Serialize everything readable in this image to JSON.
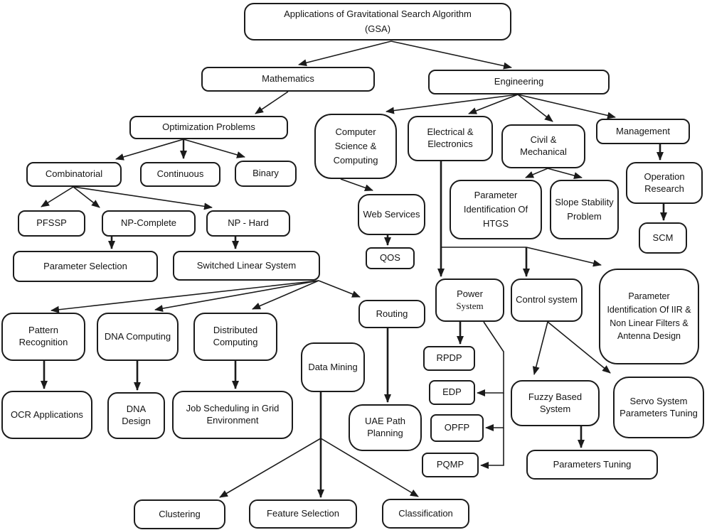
{
  "diagram": {
    "title": "Applications of Gravitational Search Algorithm (GSA)",
    "colors": {
      "line": "#1b1b1b",
      "box_border": "#1b1b1b",
      "box_fill": "#ffffff",
      "text": "#141414",
      "background": "#ffffff"
    },
    "nodes": {
      "gsa": {
        "label": "Applications of Gravitational Search Algorithm (GSA)",
        "lines": [
          "Applications of Gravitational Search Algorithm",
          "(GSA)"
        ]
      },
      "mathematics": {
        "label": "Mathematics"
      },
      "engineering": {
        "label": "Engineering"
      },
      "optimization": {
        "label": "Optimization Problems"
      },
      "combinatorial": {
        "label": "Combinatorial"
      },
      "continuous": {
        "label": "Continuous"
      },
      "binary": {
        "label": "Binary"
      },
      "pfssp": {
        "label": "PFSSP"
      },
      "np_complete": {
        "label": "NP-Complete"
      },
      "np_hard": {
        "label": "NP - Hard"
      },
      "param_selection": {
        "label": "Parameter Selection"
      },
      "switched_linear": {
        "label": "Switched Linear System"
      },
      "pattern_recognition": {
        "label": "Pattern Recognition"
      },
      "dna_computing": {
        "label": "DNA Computing"
      },
      "distributed_computing": {
        "label": "Distributed Computing"
      },
      "ocr_applications": {
        "label": "OCR Applications"
      },
      "dna_design": {
        "label": "DNA Design"
      },
      "job_scheduling": {
        "label": "Job Scheduling in Grid Environment"
      },
      "routing": {
        "label": "Routing"
      },
      "data_mining": {
        "label": "Data Mining"
      },
      "uae_path": {
        "label": "UAE Path Planning"
      },
      "clustering": {
        "label": "Clustering"
      },
      "feature_selection": {
        "label": "Feature Selection"
      },
      "classification": {
        "label": "Classification"
      },
      "cs_computing": {
        "label": "Computer Science & Computing"
      },
      "web_services": {
        "label": "Web Services"
      },
      "qos": {
        "label": "QOS"
      },
      "electrical": {
        "label": "Electrical & Electronics"
      },
      "civil_mech": {
        "label": "Civil & Mechanical"
      },
      "management": {
        "label": "Management"
      },
      "param_htgs": {
        "label": "Parameter Identification Of HTGS"
      },
      "slope_stability": {
        "label": "Slope Stability Problem"
      },
      "operation_research": {
        "label": "Operation Research"
      },
      "scm": {
        "label": "SCM"
      },
      "power_system": {
        "label": "Power System",
        "line1": "Power",
        "line2": "System"
      },
      "control_system": {
        "label": "Control system"
      },
      "param_iir": {
        "label": "Parameter Identification Of IIR & Non Linear Filters & Antenna Design"
      },
      "rpdp": {
        "label": "RPDP"
      },
      "edp": {
        "label": "EDP"
      },
      "opfp": {
        "label": "OPFP"
      },
      "pqmp": {
        "label": "PQMP"
      },
      "fuzzy_system": {
        "label": "Fuzzy Based System"
      },
      "servo_system": {
        "label": "Servo System Parameters Tuning"
      },
      "params_tuning": {
        "label": "Parameters Tuning"
      }
    },
    "edges": [
      {
        "from": "gsa",
        "to": "mathematics"
      },
      {
        "from": "gsa",
        "to": "engineering"
      },
      {
        "from": "mathematics",
        "to": "optimization"
      },
      {
        "from": "engineering",
        "to": "cs_computing"
      },
      {
        "from": "engineering",
        "to": "electrical"
      },
      {
        "from": "engineering",
        "to": "civil_mech"
      },
      {
        "from": "engineering",
        "to": "management"
      },
      {
        "from": "optimization",
        "to": "combinatorial"
      },
      {
        "from": "optimization",
        "to": "continuous"
      },
      {
        "from": "optimization",
        "to": "binary"
      },
      {
        "from": "combinatorial",
        "to": "pfssp"
      },
      {
        "from": "combinatorial",
        "to": "np_complete"
      },
      {
        "from": "combinatorial",
        "to": "np_hard"
      },
      {
        "from": "np_complete",
        "to": "param_selection"
      },
      {
        "from": "np_hard",
        "to": "switched_linear"
      },
      {
        "from": "switched_linear",
        "to": "pattern_recognition"
      },
      {
        "from": "switched_linear",
        "to": "dna_computing"
      },
      {
        "from": "switched_linear",
        "to": "distributed_computing"
      },
      {
        "from": "switched_linear",
        "to": "routing"
      },
      {
        "from": "pattern_recognition",
        "to": "ocr_applications"
      },
      {
        "from": "dna_computing",
        "to": "dna_design"
      },
      {
        "from": "distributed_computing",
        "to": "job_scheduling"
      },
      {
        "from": "routing",
        "to": "uae_path"
      },
      {
        "from": "data_mining",
        "to": "clustering"
      },
      {
        "from": "data_mining",
        "to": "feature_selection"
      },
      {
        "from": "data_mining",
        "to": "classification"
      },
      {
        "from": "cs_computing",
        "to": "web_services"
      },
      {
        "from": "web_services",
        "to": "qos"
      },
      {
        "from": "civil_mech",
        "to": "param_htgs"
      },
      {
        "from": "civil_mech",
        "to": "slope_stability"
      },
      {
        "from": "electrical",
        "to": "power_system"
      },
      {
        "from": "electrical",
        "to": "control_system"
      },
      {
        "from": "electrical",
        "to": "param_iir"
      },
      {
        "from": "power_system",
        "to": "rpdp"
      },
      {
        "from": "power_system",
        "to": "edp"
      },
      {
        "from": "power_system",
        "to": "opfp"
      },
      {
        "from": "power_system",
        "to": "pqmp"
      },
      {
        "from": "management",
        "to": "operation_research"
      },
      {
        "from": "operation_research",
        "to": "scm"
      },
      {
        "from": "control_system",
        "to": "fuzzy_system"
      },
      {
        "from": "control_system",
        "to": "servo_system"
      },
      {
        "from": "fuzzy_system",
        "to": "params_tuning"
      }
    ]
  }
}
